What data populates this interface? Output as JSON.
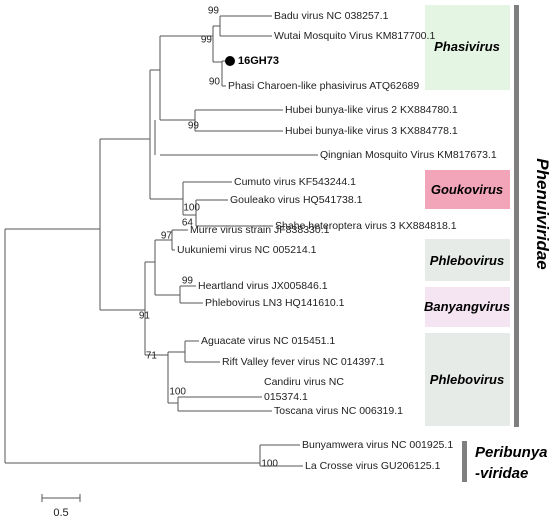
{
  "tips": {
    "badu": "Badu virus NC 038257.1",
    "wutai": "Wutai Mosquito Virus KM817700.1",
    "sample": "16GH73",
    "phasi": "Phasi Charoen-like phasivirus ATQ62689",
    "hubei2": "Hubei bunya-like virus 2 KX884780.1",
    "hubei3": "Hubei bunya-like virus 3 KX884778.1",
    "qingnian": "Qingnian Mosquito Virus KM817673.1",
    "cumuto": "Cumuto virus KF543244.1",
    "gouleako": "Gouleako virus HQ541738.1",
    "shahe": "Shahe heteroptera virus 3 KX884818.1",
    "murre": "Murre virus strain JF838330.1",
    "uukuniemi": "Uukuniemi virus NC 005214.1",
    "heartland": "Heartland virus JX005846.1",
    "phlebo_ln3": "Phlebovirus LN3 HQ141610.1",
    "aguacate": "Aguacate virus NC 015451.1",
    "riftvalley": "Rift Valley fever virus NC 014397.1",
    "candiru_1": "Candiru virus NC",
    "candiru_2": "015374.1",
    "toscana": "Toscana virus NC 006319.1",
    "bunyamwera": "Bunyamwera virus NC 001925.1",
    "lacrosse": "La Crosse virus GU206125.1"
  },
  "bootstrap": {
    "badu_wutai": "99",
    "phasi_group": "99",
    "sample_phasi": "90",
    "hubei": "99",
    "gouleako_shahe": "64",
    "goukovirus": "100",
    "murre_uuk": "97",
    "uuk_heartland": "91",
    "heartland_ln3": "99",
    "phlebo_group": "71",
    "candiru_toscana": "100",
    "peribunya": "100"
  },
  "clades": {
    "phasivirus": "Phasivirus",
    "goukovirus": "Goukovirus",
    "phlebovirus_a": "Phlebovirus",
    "banyangvirus": "Banyangvirus",
    "phlebovirus_b": "Phlebovirus"
  },
  "families": {
    "phenuiviridae": "Phenuiviridae",
    "peribunya_1": "Peribunya",
    "peribunya_2": "-viridae"
  },
  "scale_bar": {
    "label": "0.5"
  },
  "colors": {
    "phasivirus_box": "#e4f5e4",
    "goukovirus_box": "#f2a5b9",
    "phlebovirus_box": "#e6ebe8",
    "banyangvirus_box": "#f5e4f2",
    "family_bar": "#7f7f7f",
    "branch": "#555555"
  }
}
